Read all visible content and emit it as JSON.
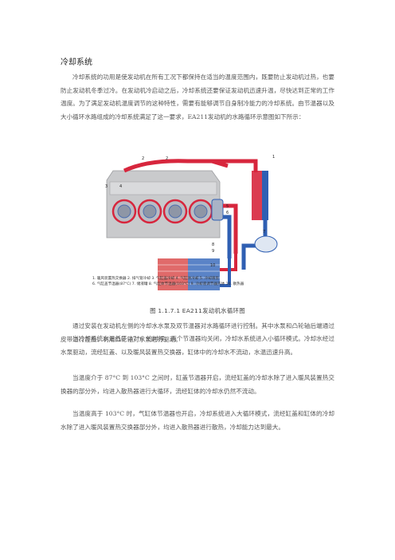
{
  "title": "冷却系统",
  "intro": "冷却系统的功用是使发动机在所有工况下都保持在适当的温度范围内，既要防止发动机过热，也要防止发动机冬季过冷。在发动机冷启动之后，冷却系统还要保证发动机迅速升温，尽快达到正常的工作温度。为了满足发动机温度调节的这种特性，需要有能够调节自身制冷能力的冷却系统。由节温器以及大小循环水路组成的冷却系统满足了这一要求，EA211发动机的水路循环示意图如下所示：",
  "figure": {
    "callouts": [
      "1",
      "2",
      "2",
      "3",
      "4",
      "5",
      "6",
      "7",
      "8",
      "9",
      "10"
    ],
    "legend_line1": "1. 暖风装置热交换器  2. 排气管冷却  3. 气缸盖冷却  4. 气缸体冷却  5. 冷却液泵",
    "legend_line2": "6. 气缸盖节温器(87°C)  7. 储液罐  8. 气缸体节温器(103°C)  9. 冷却液调节器壳体  10. 散热器"
  },
  "caption": {
    "number": "图 1.1.7.1",
    "text": "EA211发动机水循环图"
  },
  "body_paragraphs": [
    "通过安装在发动机左侧的冷却水水泵及双节温器对水路循环进行控制。其中水泵和凸轮轴后端通过皮带进行连接，利用凸轮轴对水泵进行驱动。",
    "当冷却系统水温低于 87°C 的时候，两个节温器均关闭，冷却水系统进入小循环模式。冷却水经过水泵驱动，流经缸盖、以及暖风装置热交换器，缸体中的冷却水不流动，水温迅速升高。",
    "当温度介于 87°C 到 103°C 之间时，缸盖节温器开启，流经缸盖的冷却水除了进入暖风装置热交换器的部分外，均进入散热器进行大循环，流经缸体的冷却水仍然不流动。",
    "当温度高于 103°C 时，气缸体节温器也开启，冷却系统进入大循环模式，流经缸盖和缸体的冷却水除了进入暖风装置热交换器部分外，均进入散热器进行散热，冷却能力达到最大。"
  ],
  "colors": {
    "hot": "#d7263d",
    "cold": "#2f5fb3",
    "engine": "#c9cacc",
    "reservoir": "#dfe7f2"
  }
}
